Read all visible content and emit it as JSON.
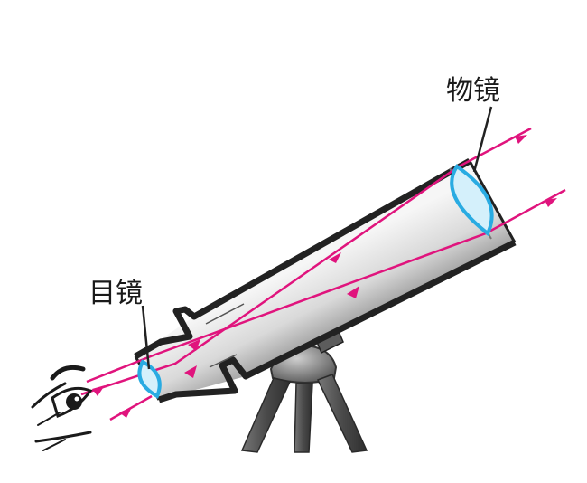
{
  "labels": {
    "objective": "物镜",
    "eyepiece": "目镜"
  },
  "colors": {
    "ray": "#e0147d",
    "lens_fill": "#d4f0fb",
    "lens_stroke": "#29abe2",
    "tube_outline": "#222222",
    "tripod": "#555555"
  },
  "icons": [
    "eye-icon",
    "telescope-tube",
    "objective-lens",
    "eyepiece-lens",
    "tripod",
    "light-ray-arrow"
  ]
}
